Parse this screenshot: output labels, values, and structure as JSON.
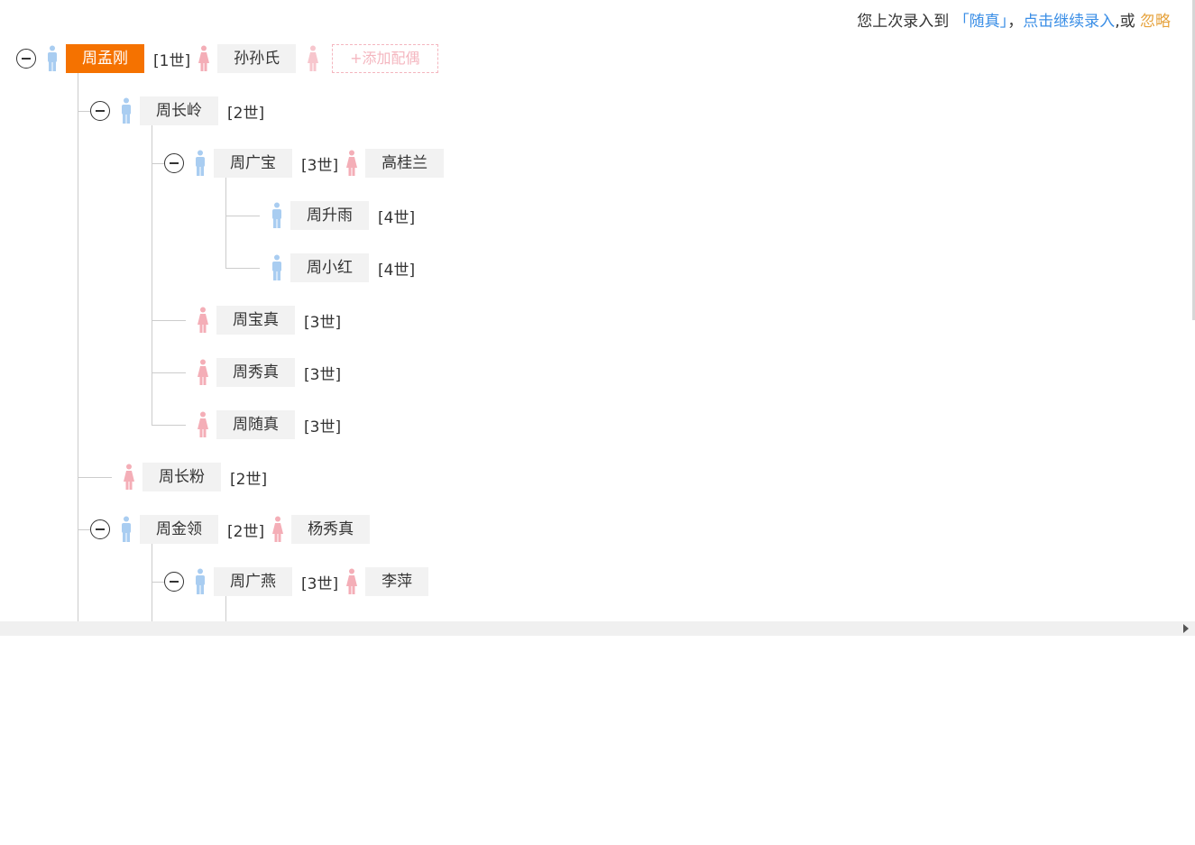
{
  "notice": {
    "prefix": "您上次录入到",
    "last_name_quoted": "「随真」",
    "comma": "，",
    "continue_link": "点击继续录入",
    "or": ",或",
    "ignore": "忽略"
  },
  "tree": {
    "root": {
      "name": "周孟刚",
      "gen": "[1世]",
      "spouse": "孙孙氏",
      "add_spouse": "+添加配偶"
    },
    "n1": {
      "name": "周长岭",
      "gen": "[2世]"
    },
    "n2": {
      "name": "周广宝",
      "gen": "[3世]",
      "spouse": "高桂兰"
    },
    "n3": {
      "name": "周升雨",
      "gen": "[4世]"
    },
    "n4": {
      "name": "周小红",
      "gen": "[4世]"
    },
    "n5": {
      "name": "周宝真",
      "gen": "[3世]"
    },
    "n6": {
      "name": "周秀真",
      "gen": "[3世]"
    },
    "n7": {
      "name": "周随真",
      "gen": "[3世]"
    },
    "n8": {
      "name": "周长粉",
      "gen": "[2世]"
    },
    "n9": {
      "name": "周金领",
      "gen": "[2世]",
      "spouse": "杨秀真"
    },
    "n10": {
      "name": "周广燕",
      "gen": "[3世]",
      "spouse": "李萍"
    }
  },
  "icons": {
    "male_person": "male-person-icon",
    "female_person": "female-person-icon",
    "collapse": "collapse-minus-icon",
    "scroll_right": "chevron-right-icon"
  },
  "colors": {
    "root_highlight": "#f57200",
    "male_icon": "#a9cdf1",
    "female_icon": "#f4aeb7",
    "link": "#3a8ee6",
    "ignore_link": "#e6a23c",
    "name_bg": "#f2f2f2"
  }
}
